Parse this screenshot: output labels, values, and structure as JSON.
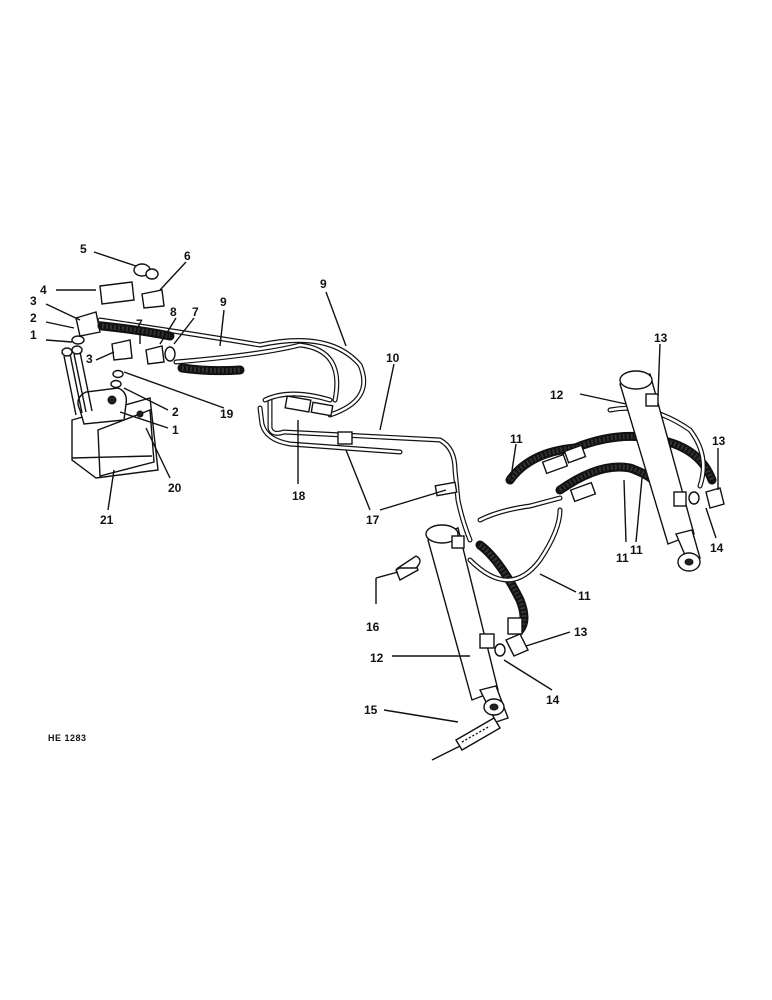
{
  "drawing_code": "HE 1283",
  "callouts": {
    "c1a": "1",
    "c1b": "1",
    "c2a": "2",
    "c2b": "2",
    "c3a": "3",
    "c3b": "3",
    "c4": "4",
    "c5": "5",
    "c6": "6",
    "c7a": "7",
    "c7b": "7",
    "c8": "8",
    "c9a": "9",
    "c9b": "9",
    "c10": "10",
    "c11a": "11",
    "c11b": "11",
    "c11c": "11",
    "c11d": "11",
    "c12a": "12",
    "c12b": "12",
    "c13a": "13",
    "c13b": "13",
    "c13c": "13",
    "c14a": "14",
    "c14b": "14",
    "c15": "15",
    "c16": "16",
    "c17": "17",
    "c18": "18",
    "c19": "19",
    "c20": "20",
    "c21": "21"
  }
}
